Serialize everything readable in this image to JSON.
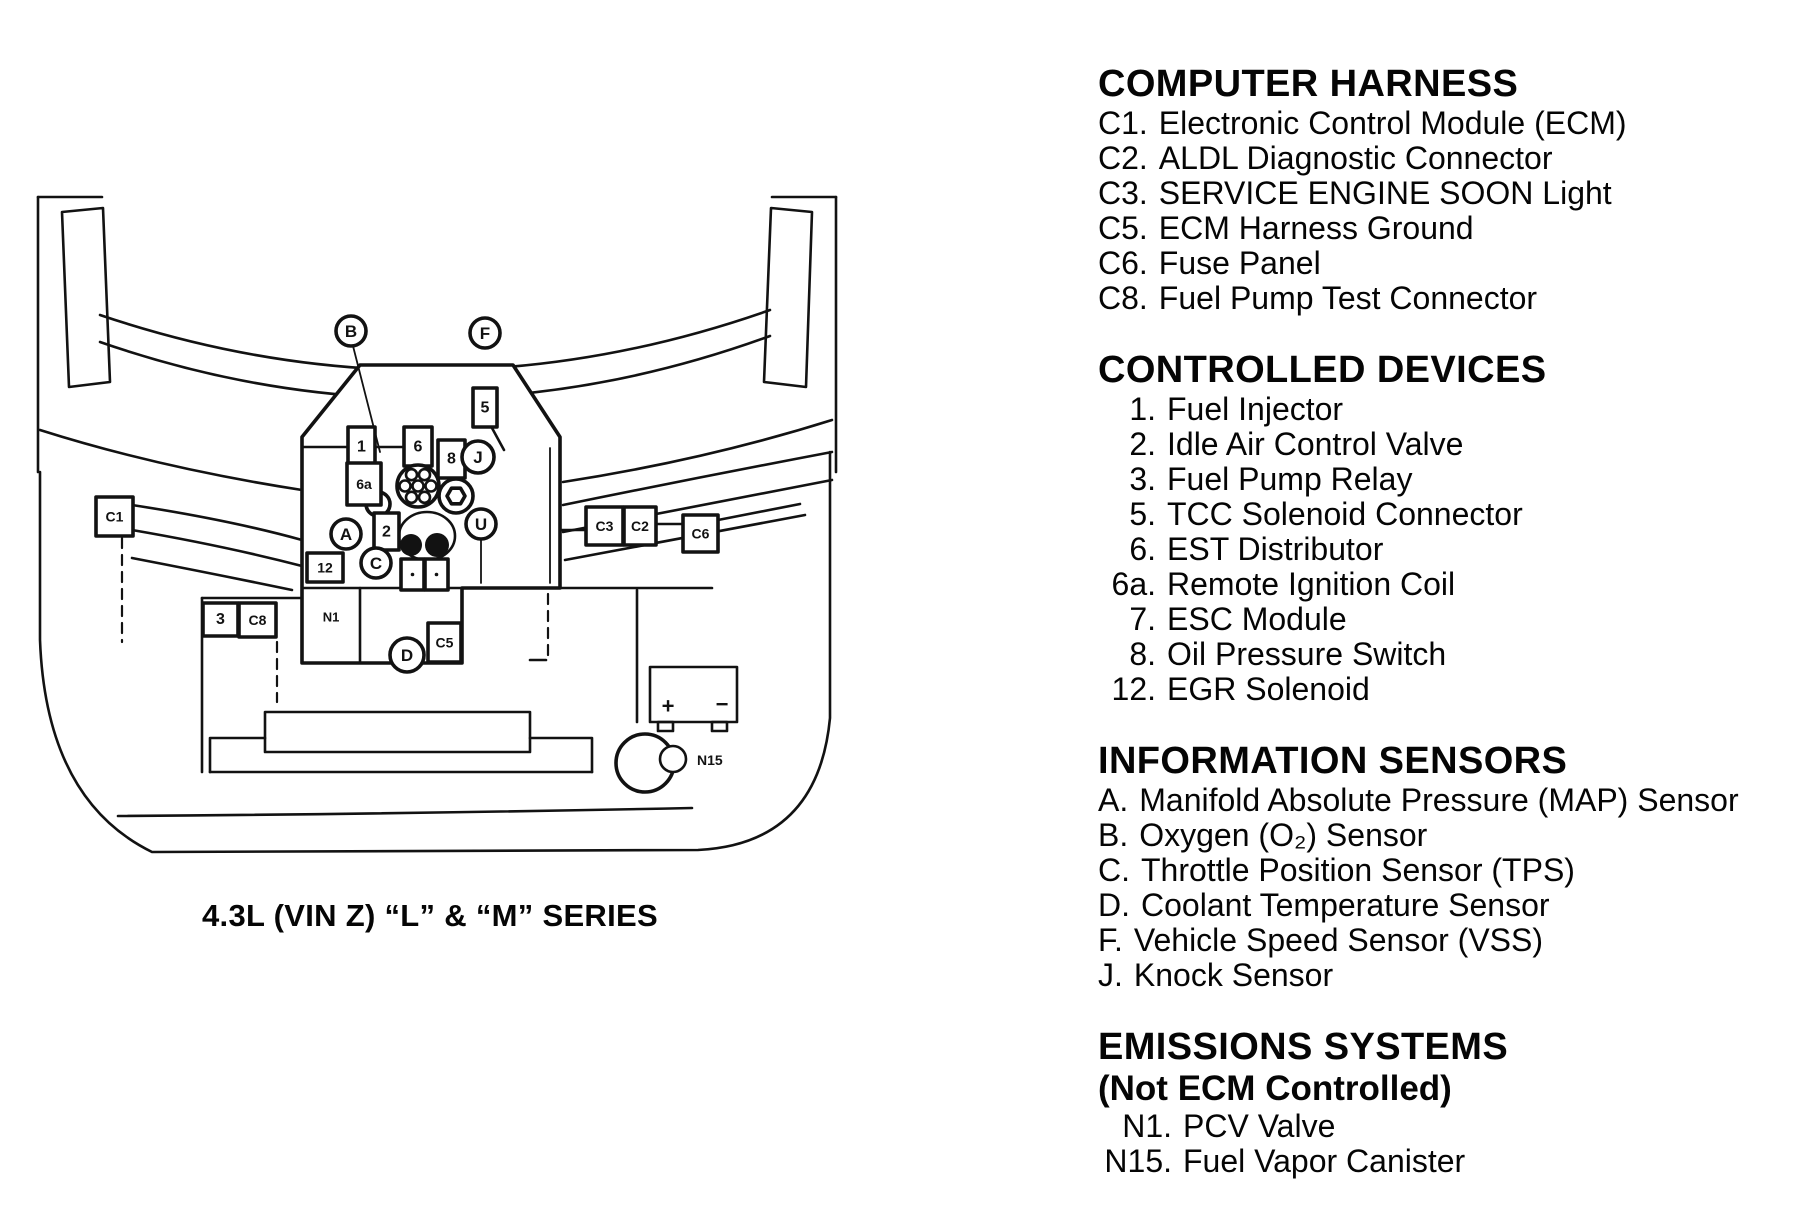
{
  "caption": "4.3L (VIN Z) “L” & “M” SERIES",
  "legend": {
    "sections": [
      {
        "title": "COMPUTER HARNESS",
        "items": [
          {
            "id": "C1.",
            "label": "Electronic Control Module (ECM)"
          },
          {
            "id": "C2.",
            "label": "ALDL Diagnostic Connector"
          },
          {
            "id": "C3.",
            "label": "SERVICE ENGINE SOON Light"
          },
          {
            "id": "C5.",
            "label": "ECM Harness Ground"
          },
          {
            "id": "C6.",
            "label": "Fuse Panel"
          },
          {
            "id": "C8.",
            "label": "Fuel Pump Test Connector"
          }
        ]
      },
      {
        "title": "CONTROLLED DEVICES",
        "items": [
          {
            "id": "1.",
            "label": "Fuel Injector"
          },
          {
            "id": "2.",
            "label": "Idle Air Control Valve"
          },
          {
            "id": "3.",
            "label": "Fuel Pump Relay"
          },
          {
            "id": "5.",
            "label": "TCC Solenoid Connector"
          },
          {
            "id": "6.",
            "label": "EST Distributor"
          },
          {
            "id": "6a.",
            "label": "Remote Ignition Coil"
          },
          {
            "id": "7.",
            "label": "ESC Module"
          },
          {
            "id": "8.",
            "label": "Oil Pressure Switch"
          },
          {
            "id": "12.",
            "label": "EGR Solenoid"
          }
        ]
      },
      {
        "title": "INFORMATION SENSORS",
        "items": [
          {
            "id": "A.",
            "label": "Manifold Absolute Pressure (MAP) Sensor"
          },
          {
            "id": "B.",
            "label": "Oxygen (O₂) Sensor"
          },
          {
            "id": "C.",
            "label": "Throttle Position Sensor (TPS)"
          },
          {
            "id": "D.",
            "label": "Coolant Temperature Sensor"
          },
          {
            "id": "F.",
            "label": "Vehicle Speed Sensor (VSS)"
          },
          {
            "id": "J.",
            "label": "Knock Sensor"
          }
        ]
      },
      {
        "title": "EMISSIONS SYSTEMS",
        "subtitle": "(Not ECM Controlled)",
        "items": [
          {
            "id": "N1.",
            "label": "PCV Valve"
          },
          {
            "id": "N15.",
            "label": "Fuel Vapor Canister"
          }
        ]
      }
    ]
  },
  "diagram": {
    "line_color": "#121212",
    "markers": {
      "b": "B",
      "f": "F",
      "j": "J",
      "a": "A",
      "c": "C",
      "u": "U",
      "d": "D",
      "box5": "5",
      "box1": "1",
      "box6": "6",
      "box8": "8",
      "box6a": "6a",
      "box2": "2",
      "box12": "12",
      "box3": "3",
      "boxc8": "C8",
      "boxc5": "C5",
      "boxc1": "C1",
      "boxc3": "C3",
      "boxc2": "C2",
      "boxc6": "C6",
      "n1": "N1",
      "n15": "N15",
      "battery_plus": "+",
      "battery_minus": "−"
    }
  }
}
